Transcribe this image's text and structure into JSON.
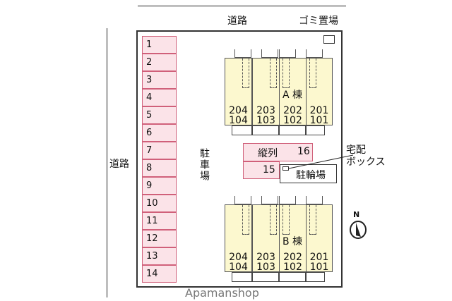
{
  "labels": {
    "road_top": "道路",
    "road_left": "道路",
    "garbage": "ゴミ置場",
    "parking": "駐車場",
    "bicycle": "駐輪場",
    "delivery_box": "宅配\nボックス",
    "tandem": "縦列",
    "watermark": "Apamanshop",
    "compass_n": "N"
  },
  "parking_slots": [
    "1",
    "2",
    "3",
    "4",
    "5",
    "6",
    "7",
    "8",
    "9",
    "10",
    "11",
    "12",
    "13",
    "14"
  ],
  "tandem_slots": [
    "16",
    "15"
  ],
  "building_a": {
    "name": "A 棟",
    "units": [
      {
        "upper": "204",
        "lower": "104"
      },
      {
        "upper": "203",
        "lower": "103"
      },
      {
        "upper": "202",
        "lower": "102"
      },
      {
        "upper": "201",
        "lower": "101"
      }
    ]
  },
  "building_b": {
    "name": "B 棟",
    "units": [
      {
        "upper": "204",
        "lower": "104"
      },
      {
        "upper": "203",
        "lower": "103"
      },
      {
        "upper": "202",
        "lower": "102"
      },
      {
        "upper": "201",
        "lower": "101"
      }
    ]
  }
}
